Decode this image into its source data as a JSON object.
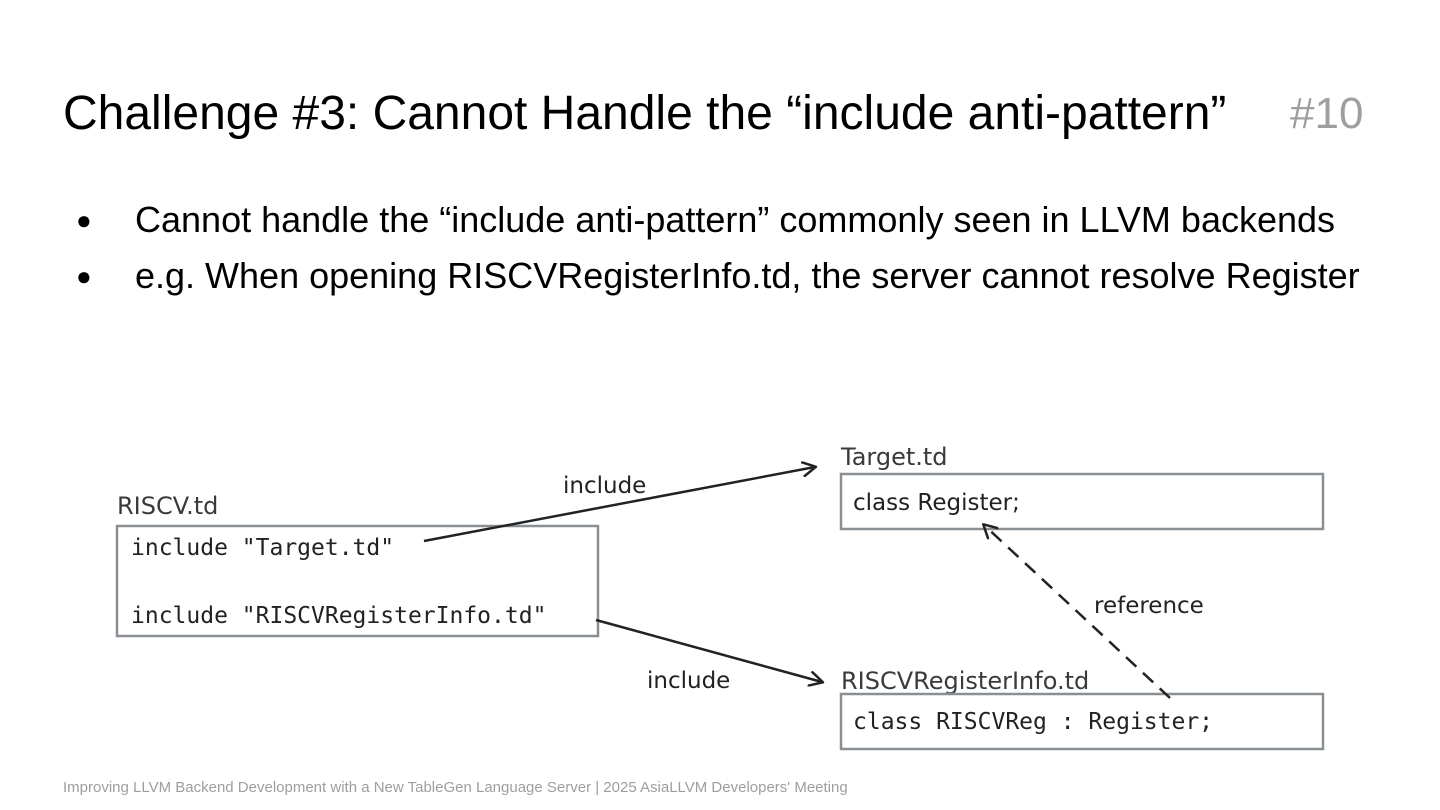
{
  "slide": {
    "title": "Challenge #3: Cannot Handle the “include anti-pattern”",
    "number": "#10",
    "bullets": [
      "Cannot handle the “include anti-pattern” commonly seen in LLVM backends",
      "e.g. When opening RISCVRegisterInfo.td, the server cannot resolve Register"
    ],
    "bullet_marker": "●",
    "footer": "Improving LLVM Backend Development with a New TableGen Language Server | 2025 AsiaLLVM Developers' Meeting"
  },
  "diagram": {
    "nodes": {
      "riscv_td": {
        "label": "RISCV.td",
        "lines": [
          "include \"Target.td\"",
          "include \"RISCVRegisterInfo.td\""
        ]
      },
      "target_td": {
        "label": "Target.td",
        "lines": [
          "class Register;"
        ]
      },
      "riscv_reginfo_td": {
        "label": "RISCVRegisterInfo.td",
        "lines": [
          "class RISCVReg : Register;"
        ]
      }
    },
    "edges": [
      {
        "from": "RISCV.td",
        "to": "Target.td",
        "label": "include",
        "style": "solid"
      },
      {
        "from": "RISCV.td",
        "to": "RISCVRegisterInfo.td",
        "label": "include",
        "style": "solid"
      },
      {
        "from": "RISCVRegisterInfo.td",
        "to": "Target.td",
        "label": "reference",
        "style": "dashed"
      }
    ],
    "colors": {
      "box_border": "#8a8f94",
      "arrow": "#222222",
      "muted_text": "#9e9e9e"
    }
  }
}
